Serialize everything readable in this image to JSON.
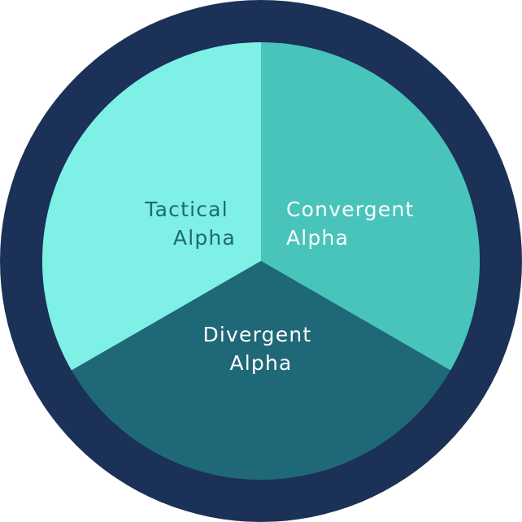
{
  "segments": [
    {
      "id": "tactical",
      "lines": [
        "Tactical",
        "Alpha"
      ],
      "fill": "#7ef0e6",
      "text_color": "#1f6878"
    },
    {
      "id": "convergent",
      "lines": [
        "Convergent",
        "Alpha"
      ],
      "fill": "#48c4bb",
      "text_color": "#ffffff"
    },
    {
      "id": "divergent",
      "lines": [
        "Divergent",
        "Alpha"
      ],
      "fill": "#1f6878",
      "text_color": "#ffffff"
    }
  ],
  "colors": {
    "outer_ring": "#1b3157",
    "background": "#ffffff"
  }
}
